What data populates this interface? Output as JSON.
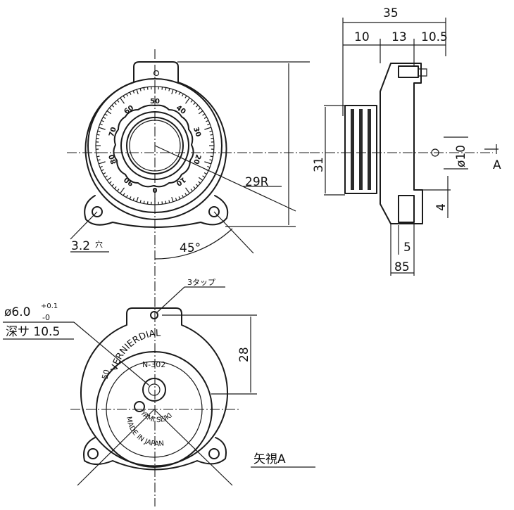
{
  "dimensions": {
    "top_35": "35",
    "seg_10": "10",
    "seg_13": "13",
    "seg_10_5": "10.5",
    "height_31": "31",
    "dia_10": "ø10",
    "view_a_marker": "A",
    "gap_4": "4",
    "gap_5": "5",
    "gap_85": "85",
    "radius_29r": "29R",
    "hole_3_2": "3.2",
    "hole_3_2_suffix": "穴",
    "angle_45": "45°",
    "tap_3": "3タップ",
    "hole_dia": "ø6.0",
    "tol_plus": "+0.1",
    "tol_minus": "-0",
    "depth": "深サ 10.5",
    "height_28": "28"
  },
  "dial_scale": [
    "50",
    "40",
    "30",
    "20",
    "10",
    "0",
    "90",
    "80",
    "70",
    "60"
  ],
  "dial_face": {
    "brand": "VERNIERDIAL",
    "model": "N-302",
    "maker": "YAMI SEIKI",
    "origin": "MADE IN JAPAN",
    "side_number": "50"
  },
  "view_label": "矢視A"
}
